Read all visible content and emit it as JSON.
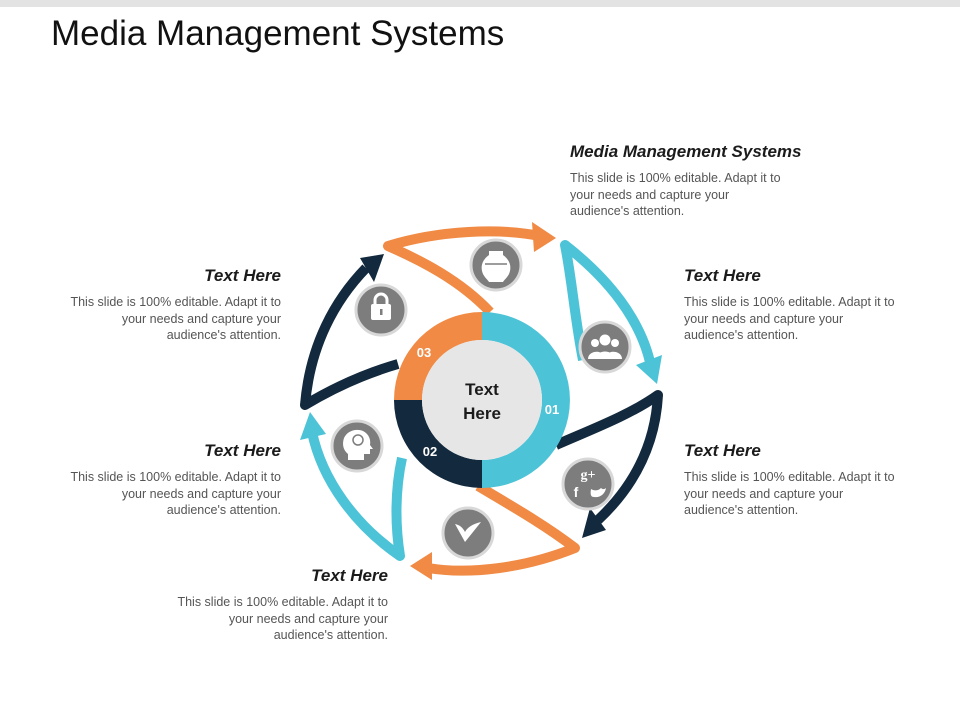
{
  "slide": {
    "title": "Media Management Systems"
  },
  "colors": {
    "orange": "#F08A44",
    "teal": "#4DC3D7",
    "navy": "#13293D",
    "icon_gray": "#7D7D7D",
    "ring_inner": "#E6E6E6"
  },
  "center": {
    "line1": "Text",
    "line2": "Here"
  },
  "segments": [
    {
      "num": "01",
      "color": "teal"
    },
    {
      "num": "02",
      "color": "navy"
    },
    {
      "num": "03",
      "color": "orange"
    }
  ],
  "icons": [
    "vase-icon",
    "group-icon",
    "social-media-icon",
    "leaf-check-icon",
    "head-brain-icon",
    "padlock-icon"
  ],
  "blocks": {
    "top": {
      "heading": "Media Management Systems",
      "body": "This slide is 100% editable. Adapt it to your needs and capture your audience's attention."
    },
    "right_upper": {
      "heading": "Text Here",
      "body": "This slide is 100% editable. Adapt it to your needs and capture your audience's attention."
    },
    "right_lower": {
      "heading": "Text Here",
      "body": "This slide is 100% editable. Adapt it to your needs and capture your audience's attention."
    },
    "bottom": {
      "heading": "Text Here",
      "body": "This slide is 100% editable. Adapt it to your needs and capture your audience's attention."
    },
    "left_lower": {
      "heading": "Text Here",
      "body": "This slide is 100% editable. Adapt it to your needs and capture your audience's attention."
    },
    "left_upper": {
      "heading": "Text Here",
      "body": "This slide is 100% editable. Adapt it to your needs and capture your audience's attention."
    }
  }
}
